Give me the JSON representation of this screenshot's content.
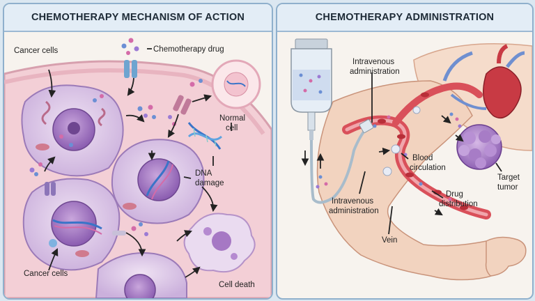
{
  "left_panel": {
    "title": "CHEMOTHERAPY MECHANISM OF ACTION",
    "labels": {
      "cancer_cells_top": "Cancer cells",
      "chemo_drug": "Chemotherapy drug",
      "normal_cell_line1": "Normal",
      "normal_cell_line2": "cell",
      "dna_damage_line1": "DNA",
      "dna_damage_line2": "damage",
      "cancer_cells_bottom": "Cancer cells",
      "cell_death": "Cell death"
    }
  },
  "right_panel": {
    "title": "CHEMOTHERAPY ADMINISTRATION",
    "labels": {
      "iv_top_line1": "Intravenous",
      "iv_top_line2": "administration",
      "blood_circ_line1": "Blood",
      "blood_circ_line2": "circulation",
      "target_line1": "Target",
      "target_line2": "tumor",
      "iv_bottom_line1": "Intravenous",
      "iv_bottom_line2": "administration",
      "drug_dist_line1": "Drug",
      "drug_dist_line2": "distribution",
      "vein": "Vein"
    }
  },
  "colors": {
    "header_bg": "#e3edf6",
    "panel_border": "#8fb0cc",
    "cell_membrane": "#c9a8d8",
    "nucleus": "#a77cc6",
    "tissue": "#f3cfd6",
    "drug_blue": "#6b8fd4",
    "drug_pink": "#d46ba8",
    "blood": "#d2424a",
    "skin": "#f2d3bf"
  }
}
